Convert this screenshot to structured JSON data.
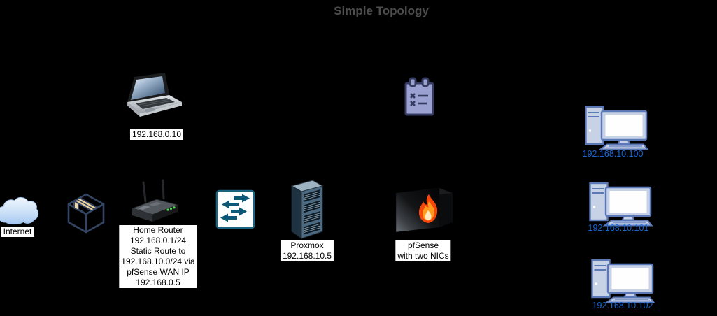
{
  "title": "Simple Topology",
  "colors": {
    "background": "#000000",
    "title_text": "#4D4D4D",
    "label_bg": "#FFFFFF",
    "label_text": "#000000",
    "pc_label_text": "#1766D1",
    "switch_accent": "#0C5876",
    "package_outline": "#344563",
    "package_tape": "#F2D49B",
    "notes_fill": "#9BA1D0",
    "pc_outline": "#5C79B7",
    "pc_fill": "#C8D2E7"
  },
  "icons": {
    "laptop": "laptop-icon",
    "internet": "cloud-icon",
    "modem": "package-box-icon",
    "router": "wireless-router-icon",
    "switch": "l2-switch-arrows-icon",
    "proxmox": "rack-server-icon",
    "pfsense": "firewall-flame-icon",
    "notes": "clipboard-notes-icon",
    "workstation": "desktop-pc-icon"
  },
  "nodes": {
    "laptop": {
      "label": "192.168.0.10"
    },
    "internet": {
      "label": "Internet"
    },
    "router": {
      "lines": [
        "Home Router",
        "192.168.0.1/24",
        "Static Route to",
        "192.168.10.0/24 via",
        "pfSense WAN IP",
        "192.168.0.5"
      ]
    },
    "proxmox": {
      "lines": [
        "Proxmox",
        "192.168.10.5"
      ]
    },
    "pfsense": {
      "lines": [
        "pfSense",
        "with two NICs"
      ]
    },
    "pc1": {
      "label": "192.168.10.100"
    },
    "pc2": {
      "label": "192.168.10.101"
    },
    "pc3": {
      "label": "192.168.10.102"
    }
  }
}
